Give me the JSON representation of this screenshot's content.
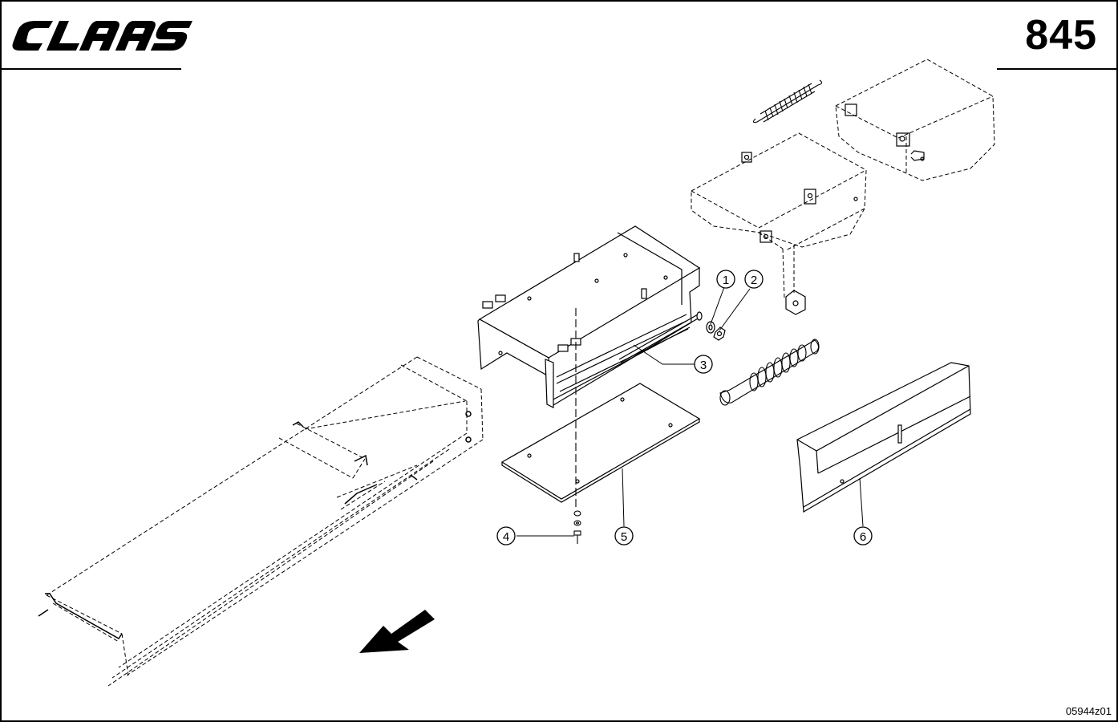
{
  "header": {
    "brand_logo_text": "CLAAS",
    "page_number": "845"
  },
  "footer": {
    "drawing_code": "05944z01"
  },
  "callouts": [
    {
      "label": "1",
      "part": "washer"
    },
    {
      "label": "2",
      "part": "nut"
    },
    {
      "label": "3",
      "part": "rod"
    },
    {
      "label": "4",
      "part": "bolt"
    },
    {
      "label": "5",
      "part": "bottom-plate"
    },
    {
      "label": "6",
      "part": "cover-profile"
    }
  ],
  "colors": {
    "line": "#000000",
    "background": "#ffffff"
  }
}
